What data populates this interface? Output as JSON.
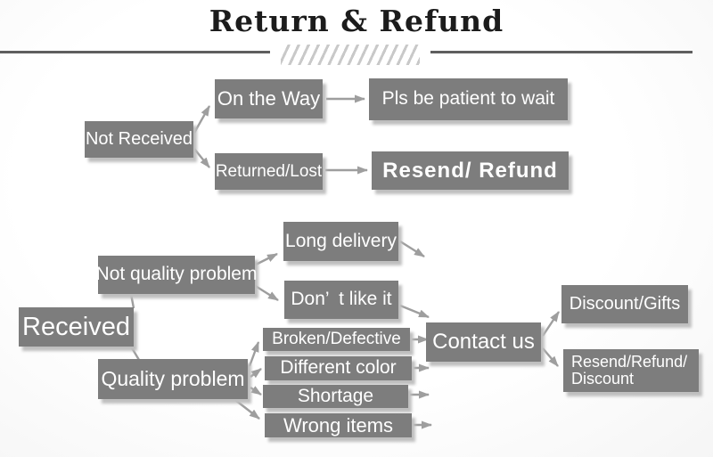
{
  "title": "Return & Refund",
  "colors": {
    "box": "#7d7d7d",
    "box_text": "#ffffff",
    "arrow": "#9e9e9e",
    "shadow": "#bfbfbf",
    "title_text": "#1c1c1c",
    "rule": "#5e5e5e",
    "hatch": "#c9c9c9",
    "background": "#fdfdfd"
  },
  "nodes": {
    "not_received": "Not Received",
    "on_the_way": "On the Way",
    "pls_wait": "Pls be patient to wait",
    "returned_lost": "Returned/Lost",
    "resend_refund": "Resend/ Refund",
    "received": "Received",
    "not_quality": "Not quality problem",
    "long_delivery": "Long delivery",
    "dont_like": "Don’ t like it",
    "quality": "Quality problem",
    "broken": "Broken/Defective",
    "different_color": "Different color",
    "shortage": "Shortage",
    "wrong_items": "Wrong items",
    "contact_us": "Contact us",
    "discount_gifts": "Discount/Gifts",
    "resend_refund_discount_line1": "Resend/Refund/",
    "resend_refund_discount_line2": "Discount"
  }
}
